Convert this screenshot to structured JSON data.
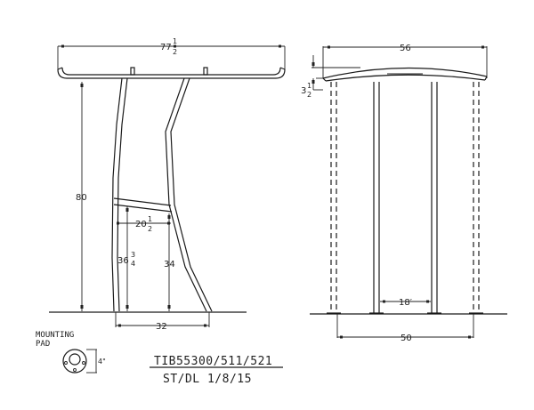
{
  "drawing": {
    "type": "T-top frame technical drawing",
    "side_view": {
      "overall_width": {
        "whole": "77",
        "num": "1",
        "den": "2"
      },
      "height": "80",
      "brace_width": {
        "whole": "20",
        "num": "1",
        "den": "2"
      },
      "front_leg_height": {
        "whole": "36",
        "num": "3",
        "den": "4"
      },
      "rear_leg_height": "34",
      "base_span": "32"
    },
    "front_view": {
      "top_width": "56",
      "crown": {
        "whole": "3",
        "num": "1",
        "den": "2"
      },
      "inner_leg_spacing": "18′",
      "base_width": "50"
    },
    "mounting_pad": {
      "label_line1": "MOUNTING",
      "label_line2": "PAD",
      "dim": "4\""
    },
    "title_block": {
      "part_number": "TIB55300/511/521",
      "revision": "ST/DL 1/8/15"
    }
  }
}
